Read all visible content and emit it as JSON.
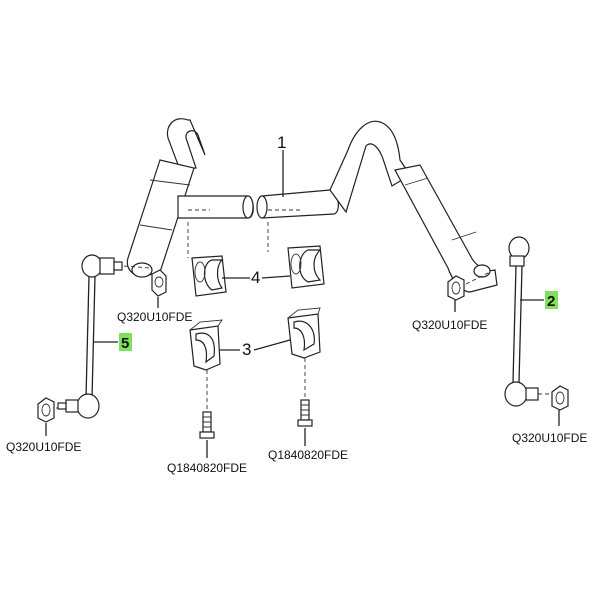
{
  "callouts": {
    "c1": "1",
    "c2": "2",
    "c3": "3",
    "c4": "4",
    "c5": "5"
  },
  "part_codes": {
    "nut_left_top": "Q320U10FDE",
    "nut_left_bottom": "Q320U10FDE",
    "nut_right_top": "Q320U10FDE",
    "nut_right_bottom": "Q320U10FDE",
    "bolt_left": "Q1840820FDE",
    "bolt_right": "Q1840820FDE"
  },
  "colors": {
    "highlight": "#7fe05a",
    "line": "#222222",
    "background": "#ffffff"
  }
}
